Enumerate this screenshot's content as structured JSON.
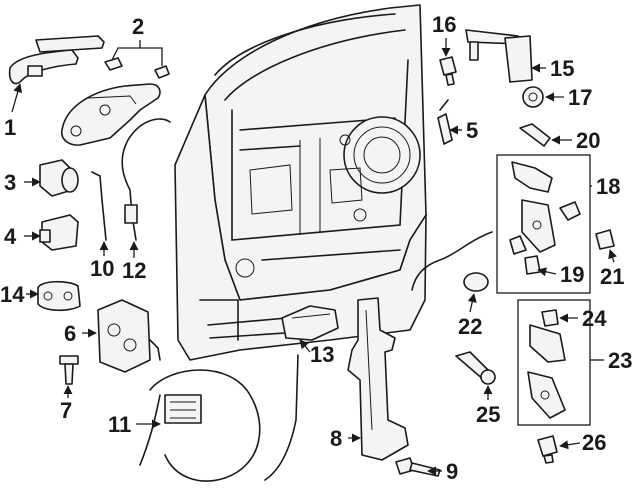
{
  "diagram": {
    "labels": {
      "1": "1",
      "2": "2",
      "3": "3",
      "4": "4",
      "5": "5",
      "6": "6",
      "7": "7",
      "8": "8",
      "9": "9",
      "10": "10",
      "11": "11",
      "12": "12",
      "13": "13",
      "14": "14",
      "15": "15",
      "16": "16",
      "17": "17",
      "18": "18",
      "19": "19",
      "20": "20",
      "21": "21",
      "22": "22",
      "23": "23",
      "24": "24",
      "25": "25",
      "26": "26"
    }
  }
}
